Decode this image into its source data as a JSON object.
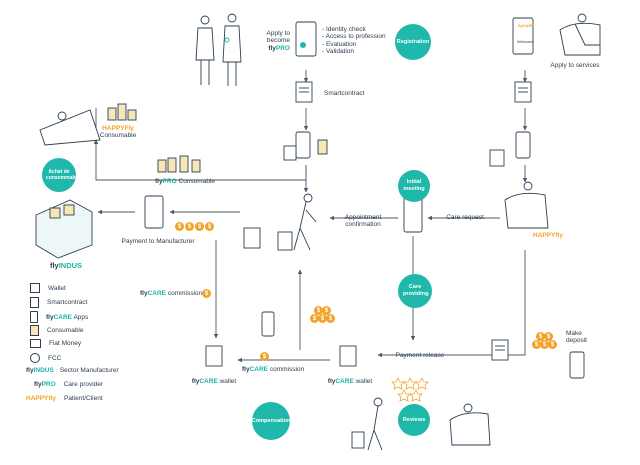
{
  "colors": {
    "teal": "#1fb8aa",
    "orange": "#f2a227",
    "navy": "#2d3e50",
    "line": "#4a5a6a"
  },
  "top_left": {
    "apply_text": "Apply to become",
    "flypro_fly": "fly",
    "flypro_pro": "PRO",
    "checks": [
      "- Identity check",
      "- Access to profession",
      "- Evaluation",
      "- Validation"
    ],
    "registration": "Registration"
  },
  "top_right": {
    "apply_services": "Apply to services",
    "phone_brand": "flyCARE",
    "phone_text": "Welcome"
  },
  "smartcontract": "Smartcontract",
  "happyfly_consumable": {
    "happy": "HAPPY",
    "fly": "Fly",
    "consumable": "Consumable"
  },
  "achat": "Achat de consommables",
  "flypro_consumable": {
    "fly": "fly",
    "pro": "PRO",
    "text": "Consumable"
  },
  "payment_manufacturer": "Payment to Manufacturer",
  "flyindus": {
    "fly": "fly",
    "indus": "INDUS"
  },
  "initial_meeting": "Initial meeting",
  "appointment": "Appointment confirmation",
  "care_request": "Care request",
  "happyfly_right": {
    "happy": "HAPPY",
    "fly": "fly"
  },
  "care_providing": "Care providing",
  "flycare_commission_left": {
    "fly": "fly",
    "care": "CARE",
    "text": "commission"
  },
  "payment_release": "Payment release",
  "make_deposit": "Make deposit",
  "flycare_wallet_left": {
    "fly": "fly",
    "care": "CARE",
    "text": "wallet"
  },
  "flycare_commission_mid": {
    "fly": "fly",
    "care": "CARE",
    "text": "commission"
  },
  "flycare_wallet_mid": {
    "fly": "fly",
    "care": "CARE",
    "text": "wallet"
  },
  "compensation": "Compensation",
  "reviews": "Reviews",
  "coin_symbol": "$",
  "legend": [
    {
      "icon": "wallet-icon",
      "label": "Wallet"
    },
    {
      "icon": "smartcontract-icon",
      "label": "Smartcontract"
    },
    {
      "icon": "phone-icon",
      "prefix_fly": "fly",
      "prefix_brand": "CARE",
      "label": "Apps"
    },
    {
      "icon": "consumable-icon",
      "label": "Consumable"
    },
    {
      "icon": "fiat-money-icon",
      "label": "Fiat Money"
    },
    {
      "icon": "fcc-icon",
      "label": "FCC"
    }
  ],
  "legend_brands": [
    {
      "fly": "fly",
      "brand": "INDUS",
      "label": "Sector Manufacturer",
      "brand_color": "teal"
    },
    {
      "fly": "fly",
      "brand": "PRO",
      "label": "Care provider",
      "brand_color": "teal"
    },
    {
      "fly": "",
      "brand": "HAPPYfly",
      "label": "Patient/Client",
      "brand_color": "orange"
    }
  ]
}
